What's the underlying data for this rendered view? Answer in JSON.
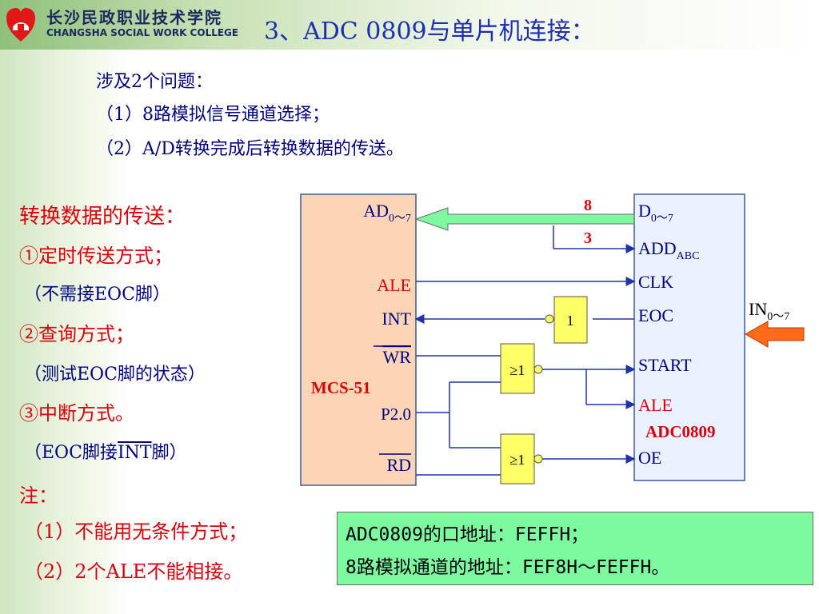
{
  "header": {
    "college_cn": "长沙民政职业技术学院",
    "college_en": "CHANGSHA SOCIAL WORK COLLEGE",
    "title": "3、ADC 0809与单片机连接："
  },
  "intro": {
    "heading": "涉及2个问题：",
    "item1": "（1）8路模拟信号通道选择；",
    "item2": "（2）A/D转换完成后转换数据的传送。"
  },
  "left": {
    "heading": "转换数据的传送：",
    "m1": "①定时传送方式；",
    "m1_note": "（不需接EOC脚）",
    "m2": "②查询方式；",
    "m2_note": "（测试EOC脚的状态）",
    "m3": "③中断方式。",
    "m3_note_prefix": "（EOC脚接",
    "m3_note_int": "INT",
    "m3_note_suffix": "脚）",
    "note_heading": "注：",
    "note1": "（1）不能用无条件方式；",
    "note2": "（2）2个ALE不能相接。"
  },
  "diagram": {
    "mcu": {
      "name": "MCS-51",
      "ad": "AD",
      "ad_sub": "0～7",
      "ale": "ALE",
      "int": "INT",
      "wr": "WR",
      "p20": "P2.0",
      "rd": "RD"
    },
    "adc": {
      "name": "ADC0809",
      "d": "D",
      "d_sub": "0～7",
      "add": "ADD",
      "add_sub": "ABC",
      "clk": "CLK",
      "eoc": "EOC",
      "start": "START",
      "ale": "ALE",
      "oe": "OE"
    },
    "bus_width_data": "8",
    "bus_width_addr": "3",
    "not_gate": "1",
    "nor_gate_1": "≥1",
    "nor_gate_2": "≥1",
    "analog_in": "IN",
    "analog_in_sub": "0～7"
  },
  "address_box": {
    "line1": "ADC0809的口地址：FEFFH；",
    "line2": "8路模拟通道的地址：FEF8H～FEFFH。"
  },
  "colors": {
    "title_blue": "#1f2fb5",
    "emphasis_red": "#d9000d",
    "text_navy": "#000080",
    "mcu_fill": "#fcd5b4",
    "adc_fill": "#eaf1ff",
    "gate_fill": "#ffff66",
    "bus_arrow_fill": "#7dfaa0",
    "analog_arrow_fill": "#ff6a1a",
    "address_box_fill": "#7dfaa0"
  }
}
